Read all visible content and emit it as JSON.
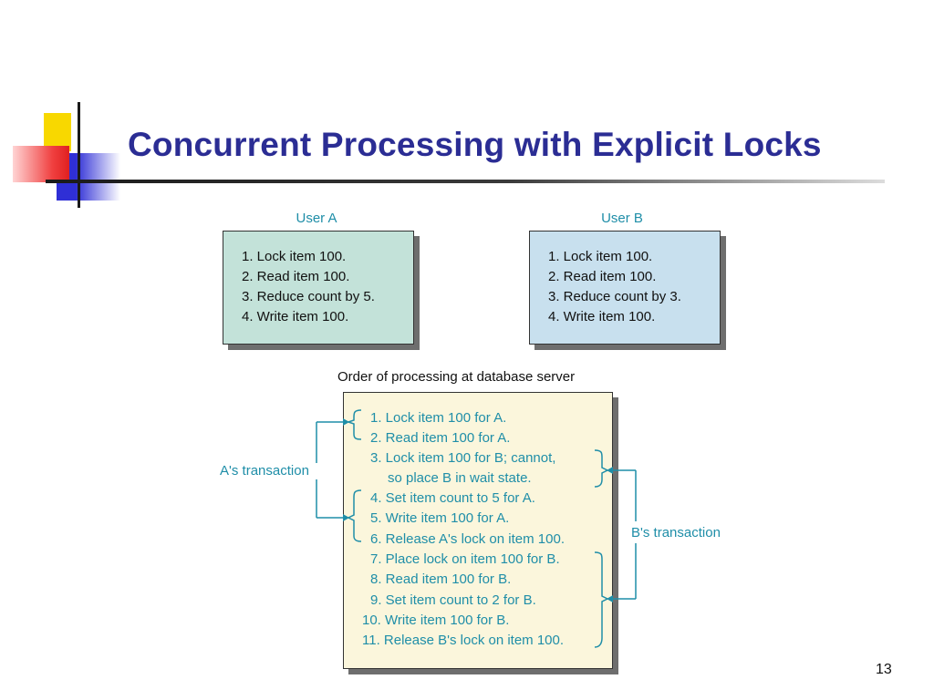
{
  "slide": {
    "title": "Concurrent Processing with Explicit Locks",
    "page_number": "13"
  },
  "user_a": {
    "label": "User A",
    "steps": [
      "1. Lock item 100.",
      "2. Read item 100.",
      "3. Reduce count by 5.",
      "4. Write item 100."
    ]
  },
  "user_b": {
    "label": "User B",
    "steps": [
      "1. Lock item 100.",
      "2. Read item 100.",
      "3. Reduce count by 3.",
      "4. Write item 100."
    ]
  },
  "server": {
    "label": "Order of processing at database server",
    "steps": [
      "1. Lock item 100 for A.",
      "2. Read item 100 for A.",
      "3. Lock item 100 for B; cannot,",
      "so place B in wait state.",
      "4. Set item count to 5 for A.",
      "5. Write item 100 for A.",
      "6. Release A's lock on item 100.",
      "7. Place lock on item 100 for B.",
      "8. Read item 100 for B.",
      "9. Set item count to 2 for B.",
      "10. Write item 100 for B.",
      "11. Release B's lock on item 100."
    ]
  },
  "annotations": {
    "a_transaction": "A's transaction",
    "b_transaction": "B's transaction"
  },
  "colors": {
    "title": "#2b2d94",
    "user_a_box": "#c3e2d9",
    "user_b_box": "#c8e0ee",
    "server_box": "#fbf6dc",
    "accent_text": "#1f8ea8"
  }
}
